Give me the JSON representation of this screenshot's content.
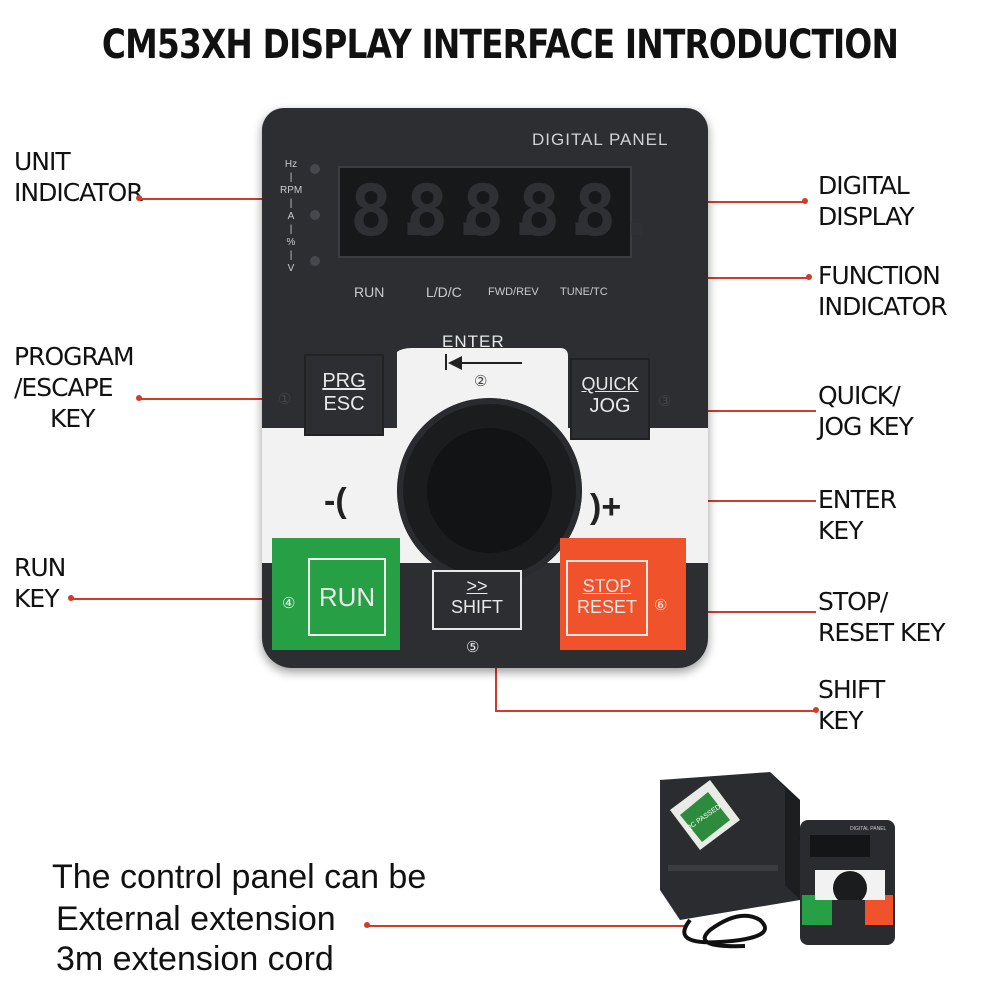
{
  "title": "CM53XH DISPLAY INTERFACE INTRODUCTION",
  "panel": {
    "label": "DIGITAL PANEL",
    "units": [
      "Hz",
      "RPM",
      "A",
      "%",
      "V"
    ],
    "digits": [
      "8.",
      "8.",
      "8.",
      "8.",
      "8."
    ],
    "function_labels": [
      "RUN",
      "L/D/C",
      "FWD/REV",
      "TUNE/TC"
    ],
    "enter_label": "ENTER",
    "keys": {
      "prg_top": "PRG",
      "prg_bottom": "ESC",
      "quick_top": "QUICK",
      "quick_bottom": "JOG",
      "run": "RUN",
      "shift_top": ">>",
      "shift_bottom": "SHIFT",
      "stop_top": "STOP",
      "stop_bottom": "RESET",
      "minus": "-(",
      "plus": ")+"
    },
    "numbers": [
      "①",
      "②",
      "③",
      "④",
      "⑤",
      "⑥"
    ],
    "colors": {
      "panel": "#2c2e31",
      "run_key": "#27a045",
      "stop_key": "#f0532b",
      "callout": "#d23a2a"
    }
  },
  "callouts": {
    "unit_indicator": [
      "UNIT",
      "INDICATOR"
    ],
    "digital_display": [
      "DIGITAL",
      "DISPLAY"
    ],
    "function_indicator": [
      "FUNCTION",
      "INDICATOR"
    ],
    "program_escape_key": [
      "PROGRAM",
      "/ESCAPE",
      "KEY"
    ],
    "quick_jog_key": [
      "QUICK/",
      "JOG KEY"
    ],
    "enter_key": [
      "ENTER",
      "KEY"
    ],
    "run_key": [
      "RUN",
      "KEY"
    ],
    "stop_reset_key": [
      "STOP/",
      "RESET KEY"
    ],
    "shift_key": [
      "SHIFT",
      "KEY"
    ]
  },
  "footer": {
    "lines": [
      "The control panel can be",
      "External extension",
      "3m extension cord"
    ]
  },
  "photo": {
    "badge": "QC PASSED",
    "panel_label": "DIGITAL PANEL"
  }
}
